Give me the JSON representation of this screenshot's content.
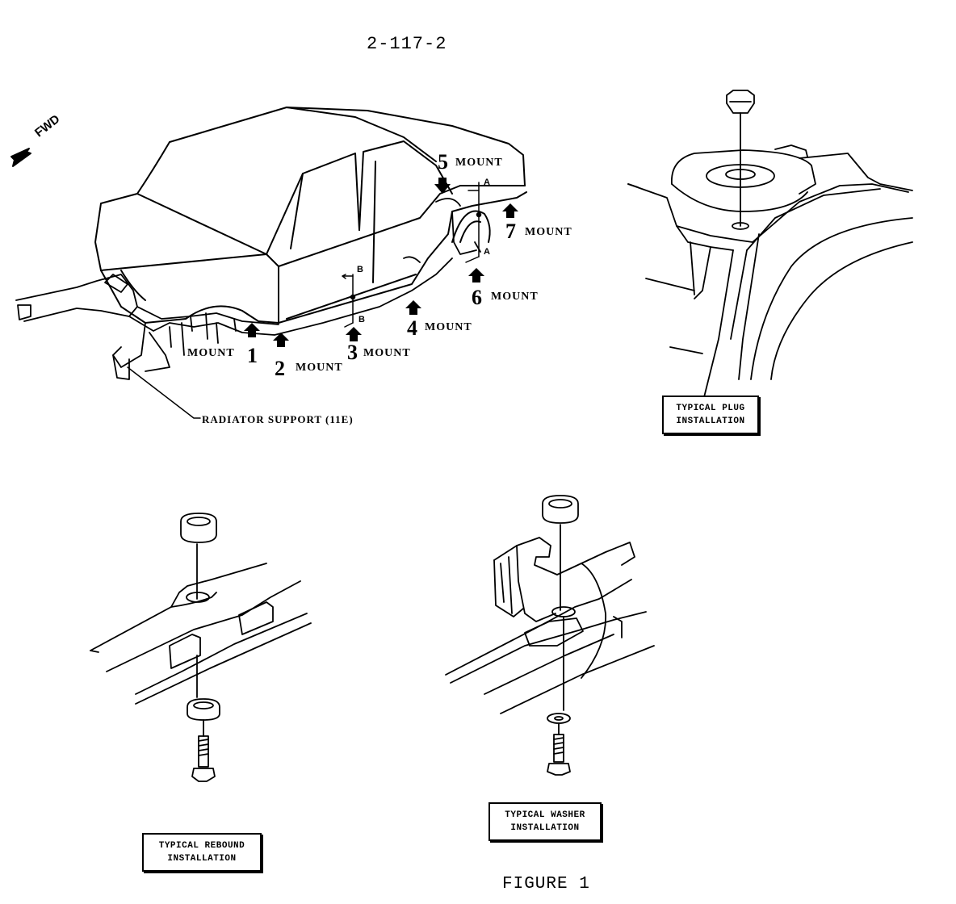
{
  "page_number": "2-117-2",
  "fwd_label": "FWD",
  "mounts": [
    {
      "num": "1",
      "label": "MOUNT"
    },
    {
      "num": "2",
      "label": "MOUNT"
    },
    {
      "num": "3",
      "label": "MOUNT"
    },
    {
      "num": "4",
      "label": "MOUNT"
    },
    {
      "num": "5",
      "label": "MOUNT"
    },
    {
      "num": "6",
      "label": "MOUNT"
    },
    {
      "num": "7",
      "label": "MOUNT"
    }
  ],
  "section_markers": {
    "a": "A",
    "b": "B"
  },
  "radiator_label": "RADIATOR SUPPORT (11E)",
  "captions": {
    "plug": [
      "TYPICAL PLUG",
      "INSTALLATION"
    ],
    "rebound": [
      "TYPICAL REBOUND",
      "INSTALLATION"
    ],
    "washer": [
      "TYPICAL WASHER",
      "INSTALLATION"
    ]
  },
  "figure_label": "FIGURE 1"
}
